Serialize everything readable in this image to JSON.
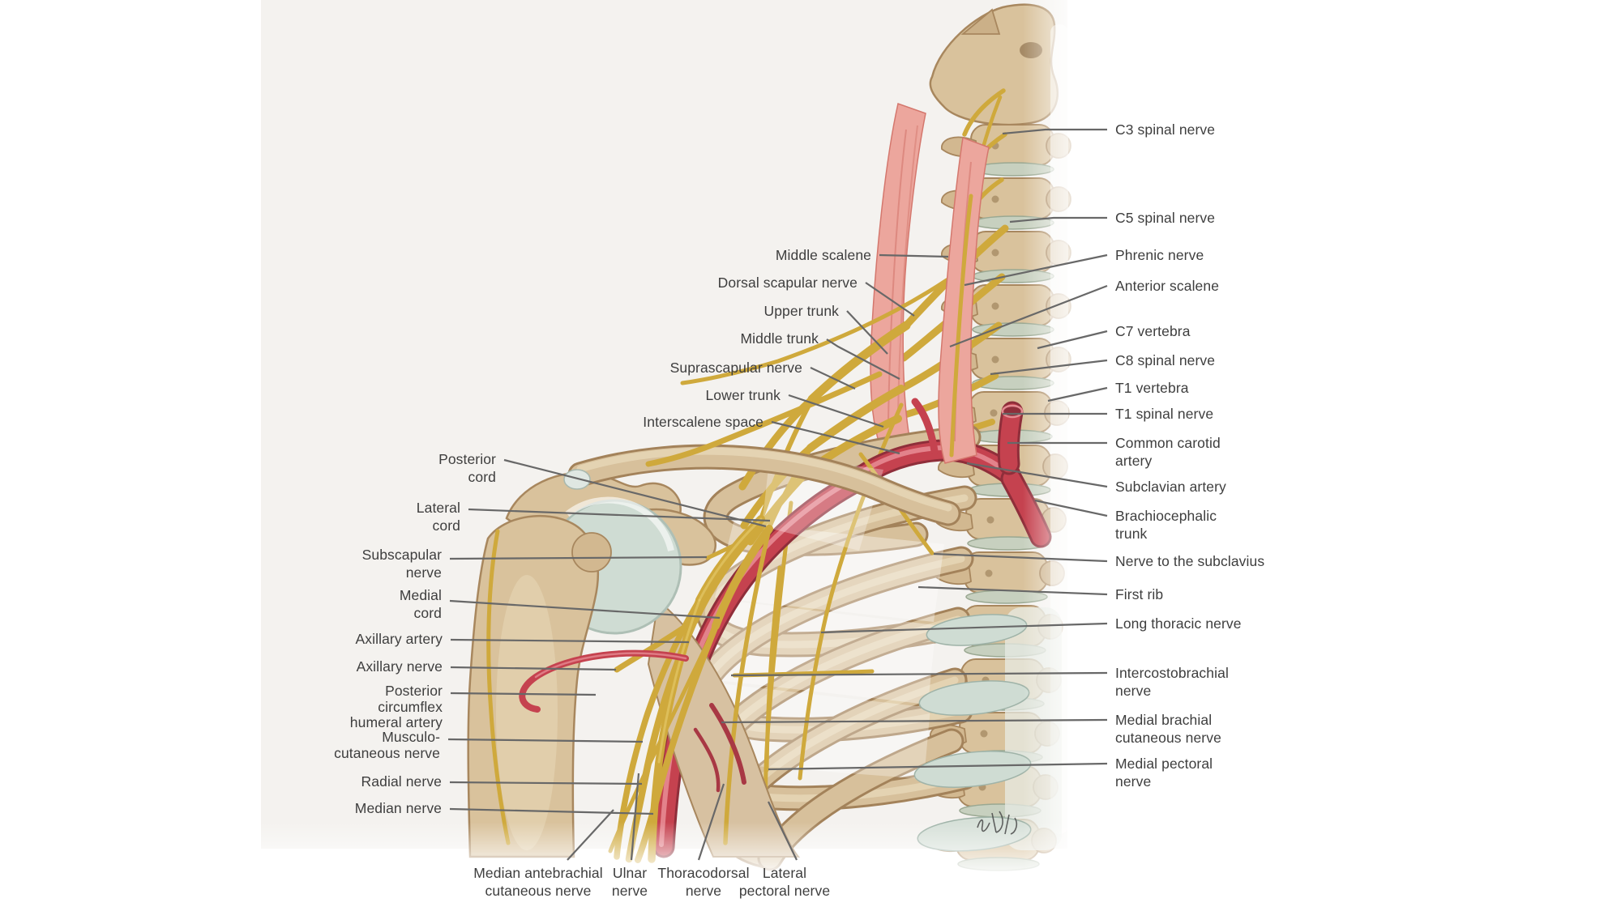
{
  "figure": {
    "subject": "Brachial plexus and subclavian vessels, right shoulder and neck, anterior view"
  },
  "labels": {
    "right": [
      {
        "text": "C3 spinal nerve"
      },
      {
        "text": "C5 spinal nerve"
      },
      {
        "text": "Phrenic nerve"
      },
      {
        "text": "Anterior scalene"
      },
      {
        "text": "C7 vertebra"
      },
      {
        "text": "C8 spinal nerve"
      },
      {
        "text": "T1 vertebra"
      },
      {
        "text": "T1 spinal nerve"
      },
      {
        "text": "Common carotid\nartery"
      },
      {
        "text": "Subclavian artery"
      },
      {
        "text": "Brachiocephalic\ntrunk"
      },
      {
        "text": "Nerve to the subclavius"
      },
      {
        "text": "First rib"
      },
      {
        "text": "Long thoracic nerve"
      },
      {
        "text": "Intercostobrachial\nnerve"
      },
      {
        "text": "Medial brachial\ncutaneous nerve"
      },
      {
        "text": "Medial pectoral\nnerve"
      }
    ],
    "left": [
      {
        "text": "Middle scalene"
      },
      {
        "text": "Dorsal scapular nerve"
      },
      {
        "text": "Upper trunk"
      },
      {
        "text": "Middle trunk"
      },
      {
        "text": "Suprascapular nerve"
      },
      {
        "text": "Lower trunk"
      },
      {
        "text": "Interscalene space"
      },
      {
        "text": "Posterior\ncord"
      },
      {
        "text": "Lateral\ncord"
      },
      {
        "text": "Subscapular\nnerve"
      },
      {
        "text": "Medial\ncord"
      },
      {
        "text": "Axillary artery"
      },
      {
        "text": "Axillary nerve"
      },
      {
        "text": "Posterior\ncircumflex\nhumeral artery"
      },
      {
        "text": "Musculo-\ncutaneous nerve"
      },
      {
        "text": "Radial nerve"
      },
      {
        "text": "Median nerve"
      }
    ],
    "bottom": [
      {
        "text": "Median antebrachial\ncutaneous nerve"
      },
      {
        "text": "Ulnar\nnerve"
      },
      {
        "text": "Thoracodorsal\nnerve"
      },
      {
        "text": "Lateral\npectoral nerve"
      }
    ]
  },
  "palette": {
    "nerve_yellow": "#cfa93c",
    "artery_red": "#c5424f",
    "muscle_pink": "#eca69d",
    "bone_tan": "#d9c29c",
    "cartilage_green": "#cfdcd3",
    "leader_line_gray": "#686868",
    "label_text": "#3e3e3e",
    "background": "#ffffff"
  }
}
